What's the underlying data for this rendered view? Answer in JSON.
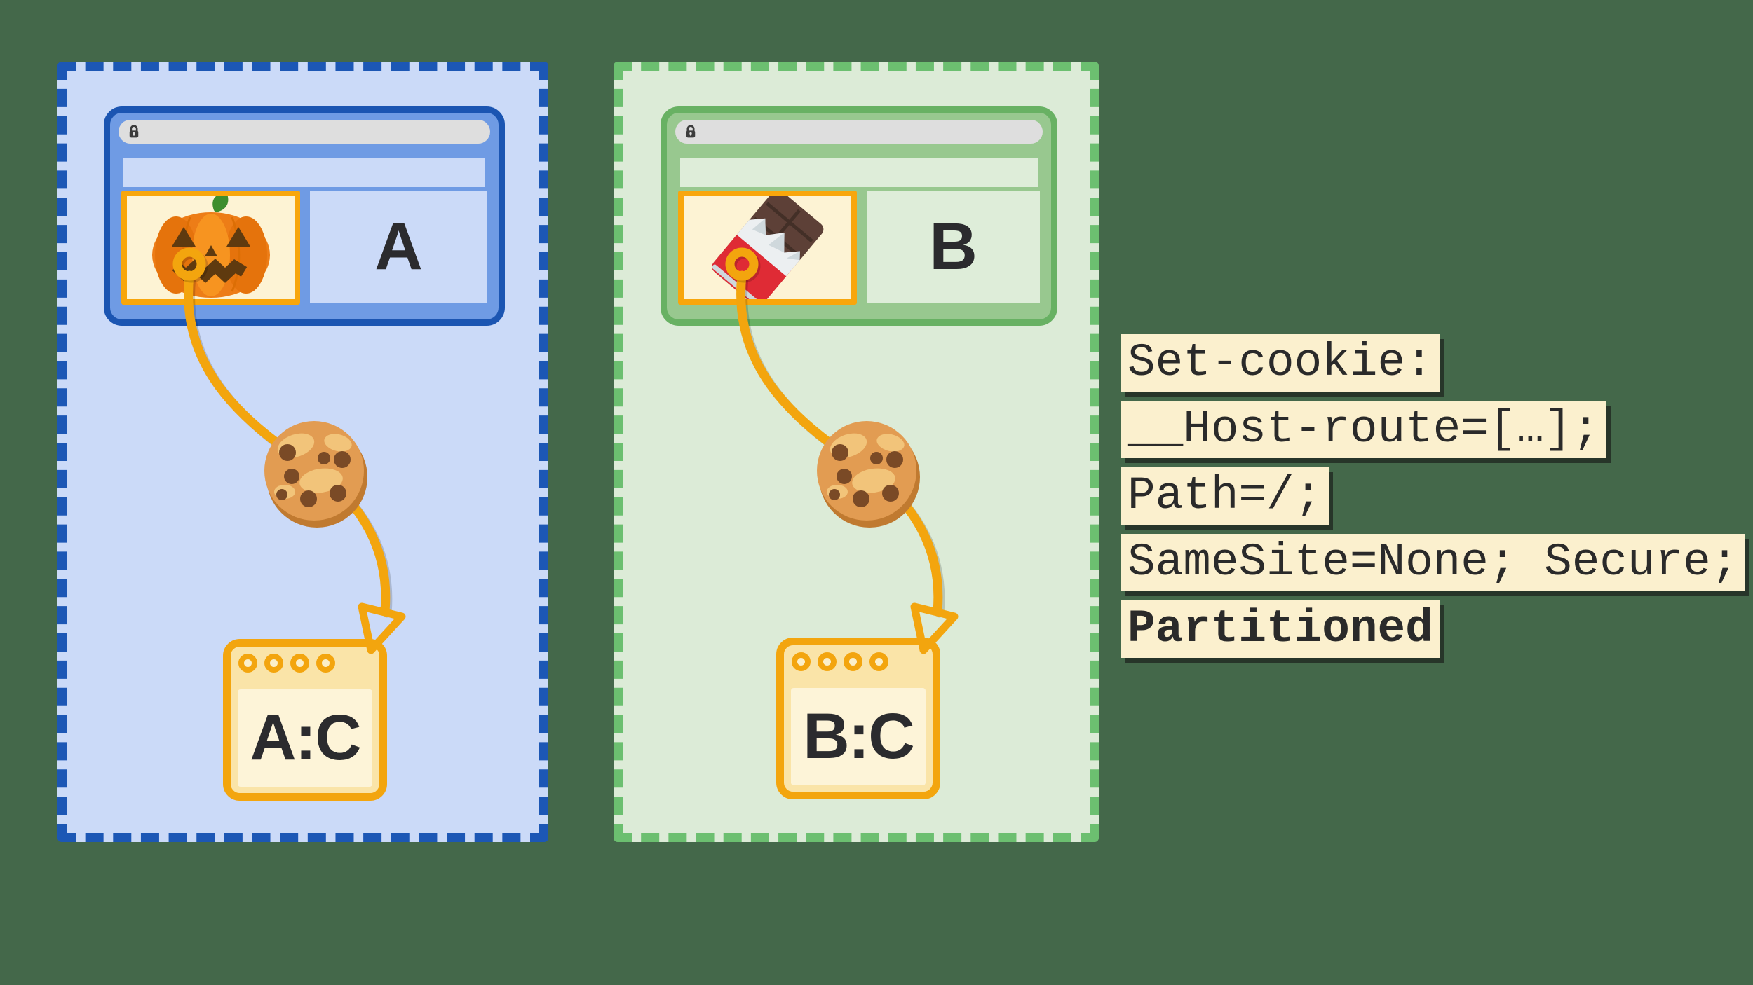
{
  "background_color": "#44684A",
  "connector_color": "#F3A50E",
  "panels": [
    {
      "name": "site-a-partition",
      "accent_color": "#1C57B5",
      "fill_color": "#CBDAF8",
      "browser": {
        "address_bar_icon": "lock-icon",
        "iframe_icon": "jack-o-lantern-emoji",
        "site_label": "A"
      },
      "connector_icon": "cookie-emoji",
      "jar_label": "A:C"
    },
    {
      "name": "site-b-partition",
      "accent_color": "#6CBF70",
      "fill_color": "#DCEBD7",
      "browser": {
        "address_bar_icon": "lock-icon",
        "iframe_icon": "chocolate-bar-emoji",
        "site_label": "B"
      },
      "connector_icon": "cookie-emoji",
      "jar_label": "B:C"
    }
  ],
  "code_block": {
    "highlight_color": "#FBF0CE",
    "text_color": "#2A2A2A",
    "lines": [
      {
        "text": "Set-cookie:",
        "bold": false
      },
      {
        "text": "__Host-route=[…];",
        "bold": false
      },
      {
        "text": "Path=/;",
        "bold": false
      },
      {
        "text": "SameSite=None; Secure;",
        "bold": false
      },
      {
        "text": "Partitioned",
        "bold": true
      }
    ]
  }
}
